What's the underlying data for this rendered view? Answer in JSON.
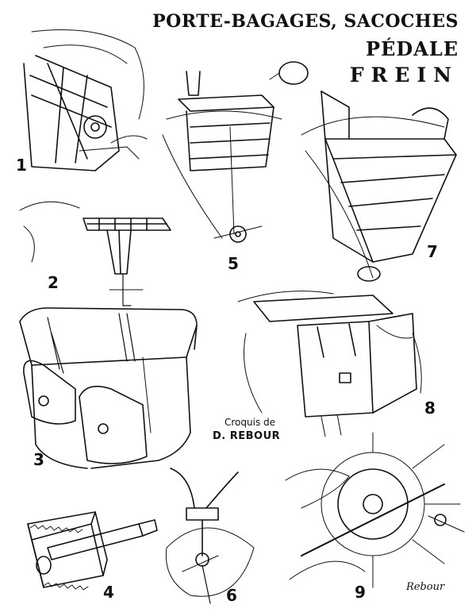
{
  "title": {
    "line1": "PORTE-BAGAGES, SACOCHES",
    "line2": "PÉDALE",
    "line3": "FREIN"
  },
  "figures": [
    "1",
    "2",
    "3",
    "4",
    "5",
    "6",
    "7",
    "8",
    "9"
  ],
  "credit": {
    "line1": "Croquis de",
    "line2": "D. REBOUR"
  },
  "signature": "Rebour"
}
